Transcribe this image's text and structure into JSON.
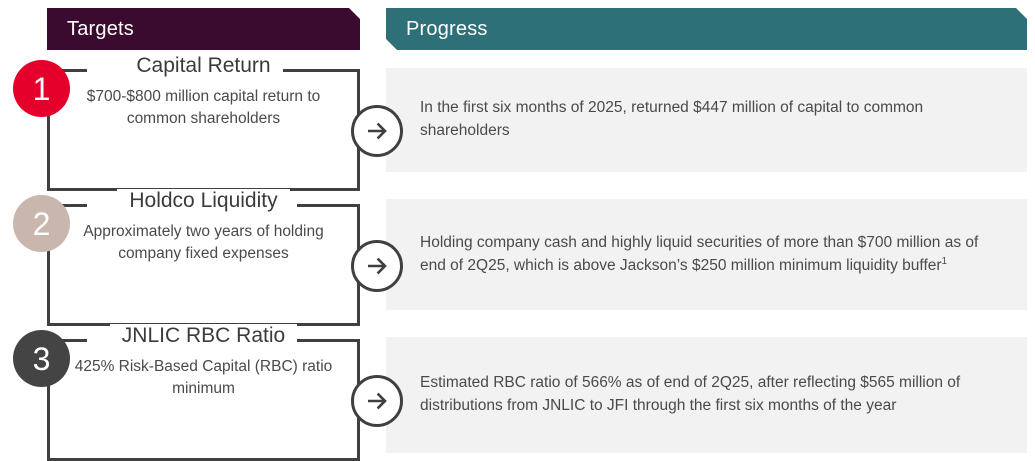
{
  "columns": {
    "targets_header": "Targets",
    "progress_header": "Progress"
  },
  "colors": {
    "targets_header_bg": "#3A0B2E",
    "progress_header_bg": "#2E7077",
    "panel_bg": "#F2F2F2",
    "frame_stroke": "#404040",
    "badge_1": "#E4002B",
    "badge_2": "#C9B7AD",
    "badge_3": "#444444"
  },
  "rows": [
    {
      "number": "1",
      "title": "Capital Return",
      "description": "$700-$800 million capital return to common shareholders",
      "progress": "In the first six months of 2025, returned $447 million of capital to common shareholders",
      "footnote_marker": "",
      "arrow_icon": "arrow-right-circle-icon"
    },
    {
      "number": "2",
      "title": "Holdco Liquidity",
      "description": "Approximately two years of holding company fixed expenses",
      "progress": "Holding company cash and highly liquid securities of more than $700 million as of end of 2Q25, which is above Jackson’s $250 million minimum liquidity buffer",
      "footnote_marker": "1",
      "arrow_icon": "arrow-right-circle-icon"
    },
    {
      "number": "3",
      "title": "JNLIC RBC Ratio",
      "description": "425% Risk-Based Capital (RBC) ratio minimum",
      "progress": "Estimated RBC ratio of 566% as of end of 2Q25, after reflecting $565 million of distributions from JNLIC to JFI through the first six months of the year",
      "footnote_marker": "",
      "arrow_icon": "arrow-right-circle-icon"
    }
  ]
}
